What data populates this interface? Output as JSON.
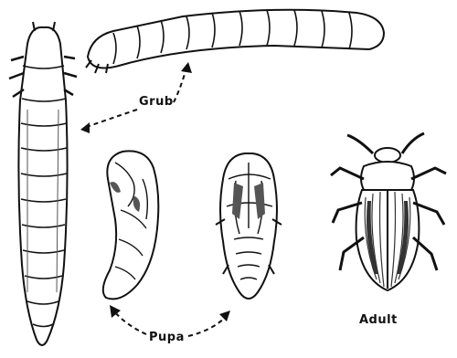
{
  "labels": {
    "grub": "Grub",
    "pupa": "Pupa",
    "adult": "Adult"
  },
  "colors": {
    "ink": "#111111",
    "paper": "#ffffff",
    "shade": "#555555"
  }
}
